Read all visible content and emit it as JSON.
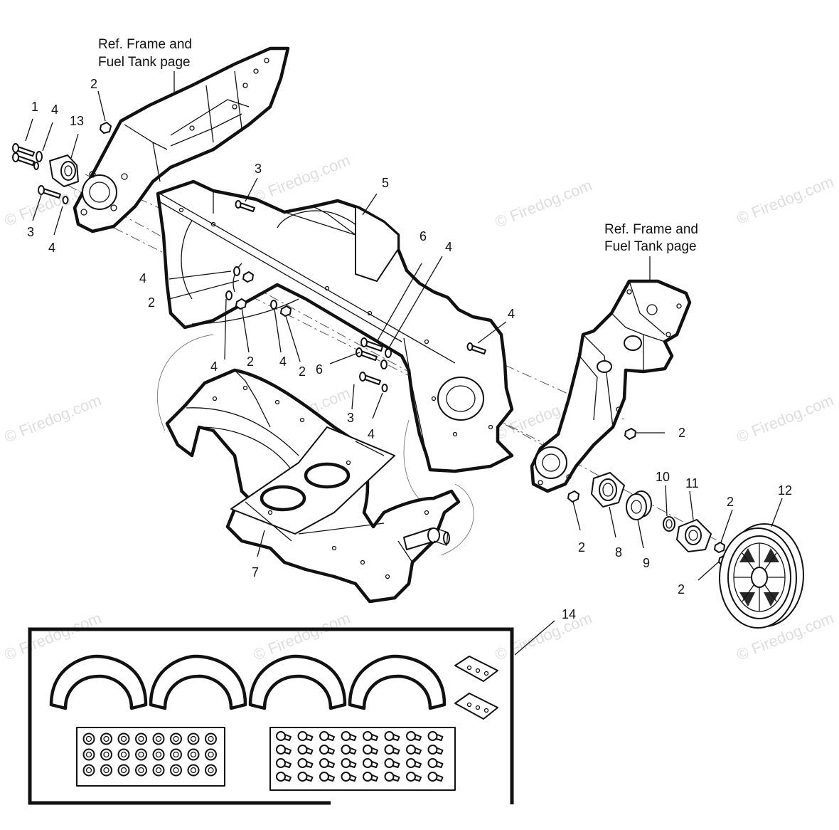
{
  "callouts": [
    {
      "id": "c1",
      "text": "1"
    },
    {
      "id": "c4a",
      "text": "4"
    },
    {
      "id": "c13",
      "text": "13"
    },
    {
      "id": "c2a",
      "text": "2"
    },
    {
      "id": "c3a",
      "text": "3"
    },
    {
      "id": "c4b",
      "text": "4"
    },
    {
      "id": "c3b",
      "text": "3"
    },
    {
      "id": "c5",
      "text": "5"
    },
    {
      "id": "c6a",
      "text": "6"
    },
    {
      "id": "c4c",
      "text": "4"
    },
    {
      "id": "c4d",
      "text": "4"
    },
    {
      "id": "c2b",
      "text": "2"
    },
    {
      "id": "c4e",
      "text": "4"
    },
    {
      "id": "c4f",
      "text": "4"
    },
    {
      "id": "c2c",
      "text": "2"
    },
    {
      "id": "c4g",
      "text": "4"
    },
    {
      "id": "c2d",
      "text": "2"
    },
    {
      "id": "c6b",
      "text": "6"
    },
    {
      "id": "c3c",
      "text": "3"
    },
    {
      "id": "c4h",
      "text": "4"
    },
    {
      "id": "c2e",
      "text": "2"
    },
    {
      "id": "c10",
      "text": "10"
    },
    {
      "id": "c11",
      "text": "11"
    },
    {
      "id": "c12",
      "text": "12"
    },
    {
      "id": "c2f",
      "text": "2"
    },
    {
      "id": "c2g",
      "text": "2"
    },
    {
      "id": "c8",
      "text": "8"
    },
    {
      "id": "c9",
      "text": "9"
    },
    {
      "id": "c2h",
      "text": "2"
    },
    {
      "id": "c7",
      "text": "7"
    },
    {
      "id": "c14",
      "text": "14"
    }
  ],
  "references": {
    "left": [
      "Ref. Frame and",
      "Fuel Tank page"
    ],
    "right": [
      "Ref. Frame and",
      "Fuel Tank page"
    ]
  },
  "watermark": "© Firedog.com",
  "colors": {
    "line": "#111111",
    "background": "#ffffff",
    "watermark": "#000000"
  }
}
